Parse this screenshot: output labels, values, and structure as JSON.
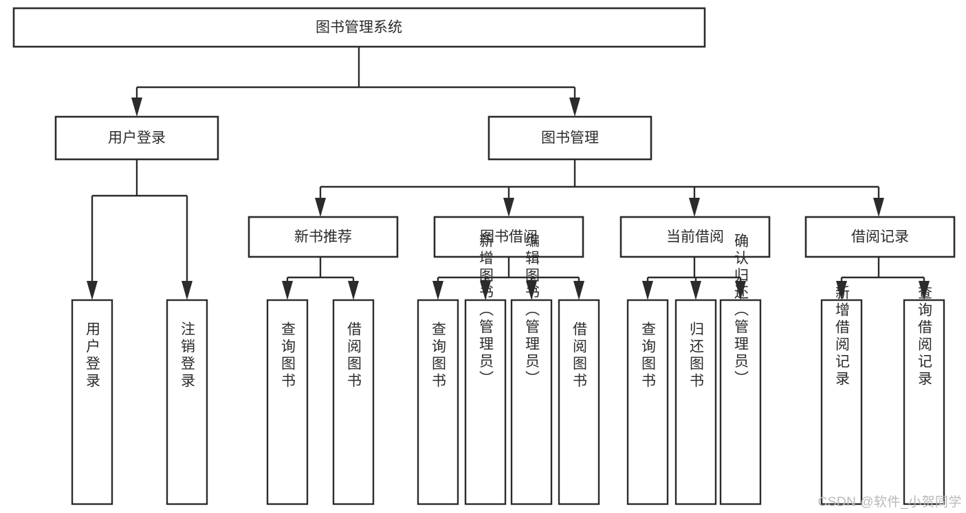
{
  "diagram": {
    "type": "tree-hierarchy",
    "title": "图书管理系统",
    "levels": 4,
    "root": {
      "id": "root",
      "label": "图书管理系统"
    },
    "level2": [
      {
        "id": "user-login",
        "label": "用户登录"
      },
      {
        "id": "book-management",
        "label": "图书管理"
      }
    ],
    "level3": [
      {
        "id": "new-book-recommend",
        "label": "新书推荐",
        "parent": "book-management"
      },
      {
        "id": "book-borrow",
        "label": "图书借阅",
        "parent": "book-management"
      },
      {
        "id": "current-borrow",
        "label": "当前借阅",
        "parent": "book-management"
      },
      {
        "id": "borrow-record",
        "label": "借阅记录",
        "parent": "book-management"
      }
    ],
    "leaves": {
      "user-login": [
        {
          "id": "leaf-user-login",
          "label": "用户登录"
        },
        {
          "id": "leaf-logout-login",
          "label": "注销登录"
        }
      ],
      "new-book-recommend": [
        {
          "id": "leaf-query-book-1",
          "label": "查询图书"
        },
        {
          "id": "leaf-borrow-book-1",
          "label": "借阅图书"
        }
      ],
      "book-borrow": [
        {
          "id": "leaf-query-book-2",
          "label": "查询图书"
        },
        {
          "id": "leaf-add-book",
          "label": "新增图书（管理员）"
        },
        {
          "id": "leaf-edit-book",
          "label": "编辑图书（管理员）"
        },
        {
          "id": "leaf-borrow-book-2",
          "label": "借阅图书"
        }
      ],
      "current-borrow": [
        {
          "id": "leaf-query-book-3",
          "label": "查询图书"
        },
        {
          "id": "leaf-return-book",
          "label": "归还图书"
        },
        {
          "id": "leaf-confirm-return",
          "label": "确认归还（管理员）"
        }
      ],
      "borrow-record": [
        {
          "id": "leaf-add-record",
          "label": "新增借阅记录"
        },
        {
          "id": "leaf-query-record",
          "label": "查询借阅记录"
        }
      ]
    }
  },
  "watermark": {
    "label": "CSDN @软件_小贺同学"
  },
  "colors": {
    "stroke": "#2b2b2b",
    "fill": "#ffffff",
    "text": "#2b2b2b",
    "watermark": "#b9b9b9",
    "background": "#ffffff"
  }
}
